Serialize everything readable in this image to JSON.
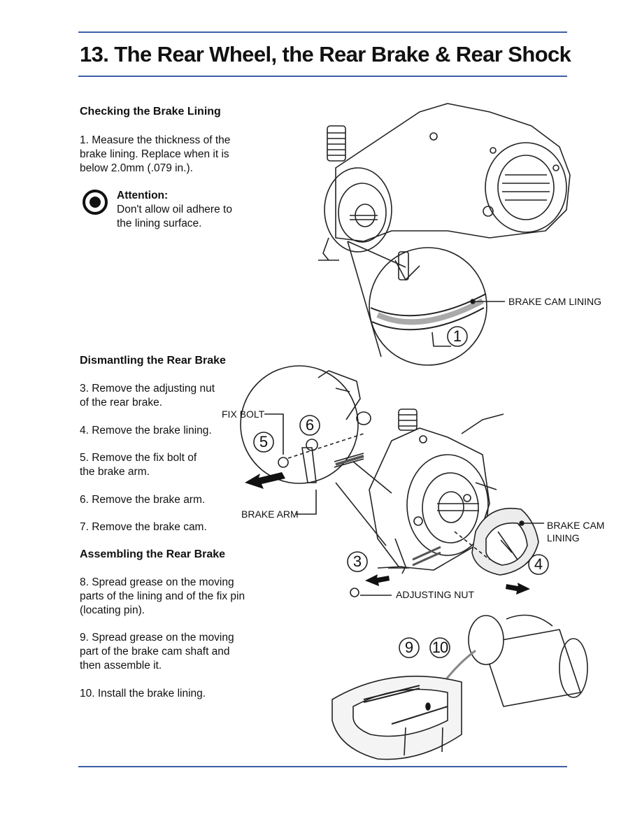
{
  "header": {
    "title": "13. The Rear Wheel, the Rear Brake & Rear Shock"
  },
  "section1": {
    "heading": "Checking the Brake Lining",
    "step1": [
      "1.   Measure the thickness of the",
      "brake lining.  Replace when it is",
      "below 2.0mm (.079 in.)."
    ],
    "attention_title": "Attention:",
    "attention_text": [
      "Don't allow oil adhere to",
      "the lining surface."
    ]
  },
  "section2": {
    "heading": "Dismantling the Rear Brake",
    "step3": [
      "3.   Remove the adjusting nut",
      "of the rear brake."
    ],
    "step4": "4.   Remove the brake lining.",
    "step5": [
      "5.   Remove the fix bolt of",
      "the brake arm."
    ],
    "step6": "6.   Remove the brake arm.",
    "step7": "7.   Remove the brake cam."
  },
  "section3": {
    "heading": "Assembling the Rear Brake",
    "step8": [
      "8.   Spread grease on the moving",
      "parts of the lining and of the fix pin",
      "(locating pin)."
    ],
    "step9": [
      "9.   Spread grease on the moving",
      "part of the brake cam shaft and",
      "then assemble it."
    ],
    "step10": "10. Install the brake lining."
  },
  "figure_labels": {
    "brake_cam_lining_1": "BRAKE CAM LINING",
    "fix_bolt": "FIX BOLT",
    "brake_arm": "BRAKE ARM",
    "brake_cam_lining_2a": "BRAKE CAM",
    "brake_cam_lining_2b": "LINING",
    "adjusting_nut": "ADJUSTING NUT"
  },
  "callouts": {
    "c1": "1",
    "c3": "3",
    "c4": "4",
    "c5": "5",
    "c6": "6",
    "c9": "9",
    "c10": "10"
  },
  "icons": {
    "attention": "attention-target-icon"
  },
  "colors": {
    "rule": "#3c5ea8"
  }
}
